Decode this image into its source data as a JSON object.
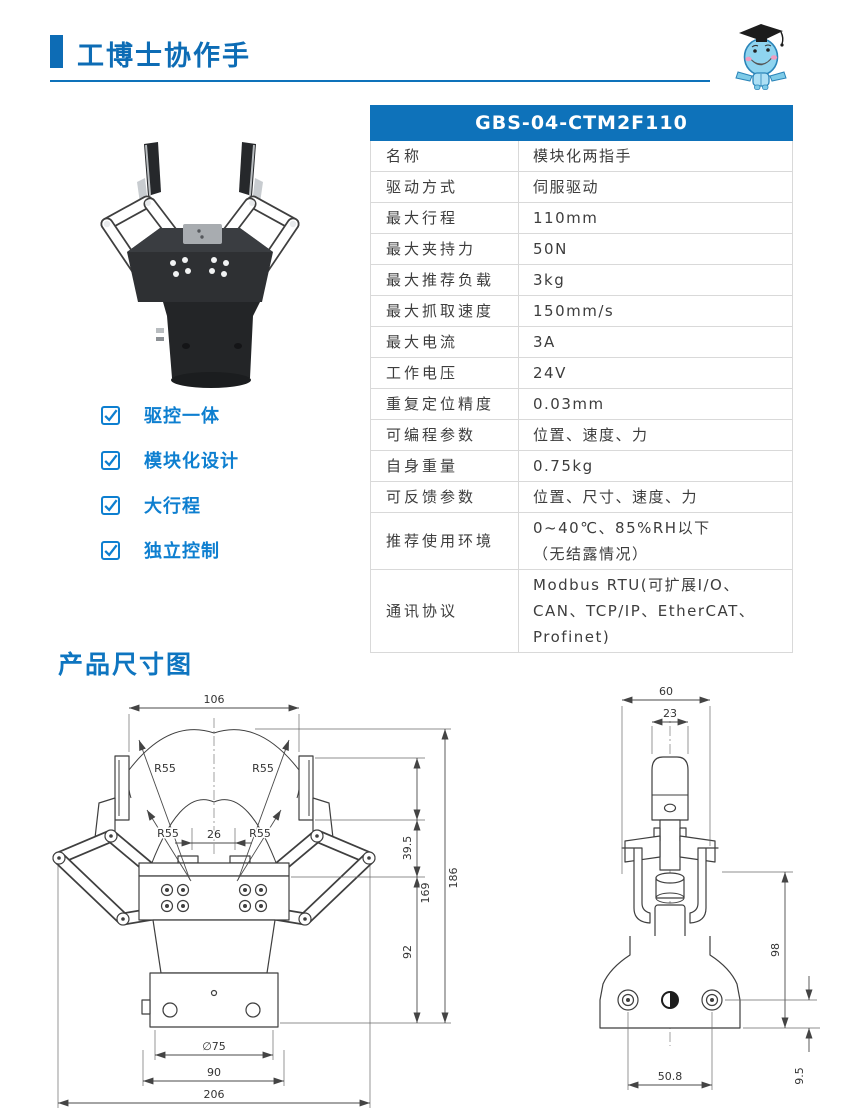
{
  "colors": {
    "accent": "#0d6cb5",
    "feature_blue": "#0e7fd0",
    "table_header_bg": "#0e72ba",
    "table_border": "#d9d9d9",
    "text_dark": "#3d3d3d"
  },
  "header": {
    "title": "工博士协作手"
  },
  "features": {
    "items": [
      {
        "label": "驱控一体"
      },
      {
        "label": "模块化设计"
      },
      {
        "label": "大行程"
      },
      {
        "label": "独立控制"
      }
    ]
  },
  "spec_table": {
    "title": "GBS-04-CTM2F110",
    "rows": [
      {
        "label": "名称",
        "value": "模块化两指手"
      },
      {
        "label": "驱动方式",
        "value": "伺服驱动"
      },
      {
        "label": "最大行程",
        "value": "110mm"
      },
      {
        "label": "最大夹持力",
        "value": "50N"
      },
      {
        "label": "最大推荐负载",
        "value": "3kg"
      },
      {
        "label": "最大抓取速度",
        "value": "150mm/s"
      },
      {
        "label": "最大电流",
        "value": "3A"
      },
      {
        "label": "工作电压",
        "value": "24V"
      },
      {
        "label": "重复定位精度",
        "value": "0.03mm"
      },
      {
        "label": "可编程参数",
        "value": "位置、速度、力"
      },
      {
        "label": "自身重量",
        "value": "0.75kg"
      },
      {
        "label": "可反馈参数",
        "value": "位置、尺寸、速度、力"
      },
      {
        "label": "推荐使用环境",
        "value": "0~40℃、85%RH以下\n（无结露情况）"
      },
      {
        "label": "通讯协议",
        "value": "Modbus RTU(可扩展I/O、\nCAN、TCP/IP、EtherCAT、\nProfinet)"
      }
    ]
  },
  "dimensions": {
    "section_title": "产品尺寸图",
    "front": {
      "width_top": "106",
      "radius_top_left": "R55",
      "radius_top_right": "R55",
      "radius_mid_left": "R55",
      "radius_mid_right": "R55",
      "gap": "26",
      "offset_top": "39.5",
      "height_upper": "169",
      "height_total": "186",
      "height_body": "92",
      "bolt_circle": "∅75",
      "width_base": "90",
      "width_total": "206"
    },
    "side": {
      "width_top": "60",
      "width_finger": "23",
      "height_body": "98",
      "width_base": "50.8",
      "height_base": "9.5"
    }
  }
}
